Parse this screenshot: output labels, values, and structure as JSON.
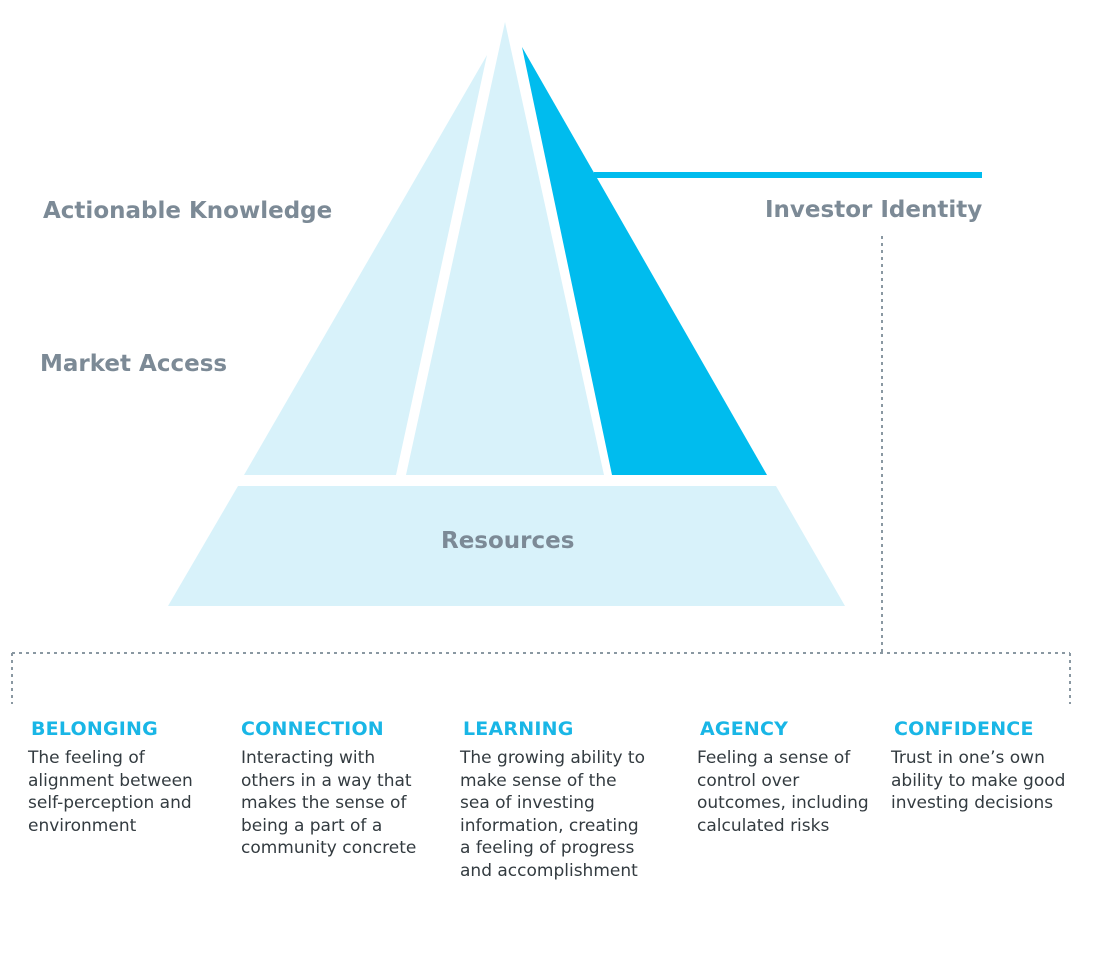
{
  "colors": {
    "pale": "#d8f2fa",
    "accent": "#00bcee",
    "label": "#7c8a96",
    "heading": "#19b6e6",
    "body_text": "#333b40",
    "dotted": "#8a98a2"
  },
  "pyramid": {
    "left_label": "Actionable Knowledge",
    "middle_label": "Market Access",
    "right_label": "Investor Identity",
    "base_label": "Resources"
  },
  "pillars": [
    {
      "title": "BELONGING",
      "description": "The feeling of\nalignment between\nself-perception and\nenvironment"
    },
    {
      "title": "CONNECTION",
      "description": "Interacting with\nothers in a way that\nmakes the sense of\nbeing a part of a\ncommunity concrete"
    },
    {
      "title": "LEARNING",
      "description": "The growing ability to\nmake sense of the\nsea of investing\ninformation, creating\na feeling of progress\nand accomplishment"
    },
    {
      "title": "AGENCY",
      "description": "Feeling a sense of\ncontrol over\noutcomes, including\ncalculated risks"
    },
    {
      "title": "CONFIDENCE",
      "description": "Trust in one’s own\nability to make good\ninvesting decisions"
    }
  ]
}
